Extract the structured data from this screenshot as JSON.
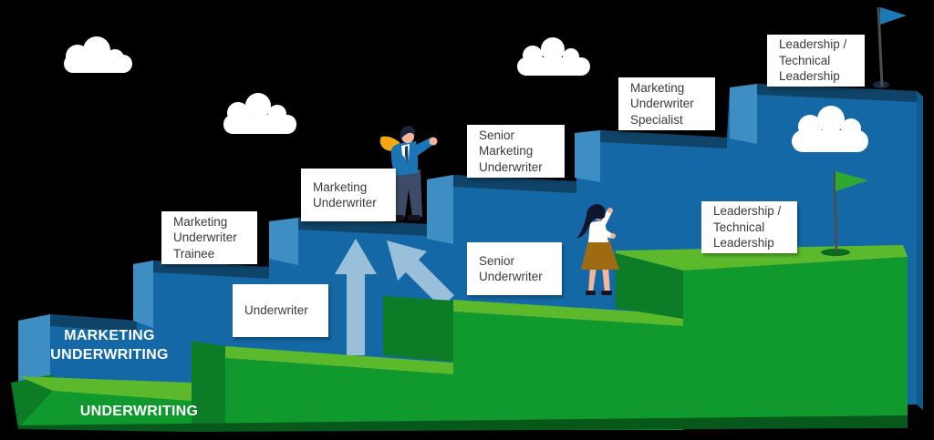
{
  "illustration": {
    "name": "career-progression-dual-staircase",
    "background": "#000000"
  },
  "palette": {
    "blue_front": "#1568A6",
    "blue_side": "#3E8EC4",
    "blue_top_edge": "#0F4367",
    "blue_right_side": "#0D5A8B",
    "green_top": "#5BB92B",
    "green_front": "#109A2E",
    "green_side": "#0C7D26",
    "green_bottom_shadow": "#07591B",
    "arrow": "#9ABFDB",
    "card_bg": "#FFFFFF",
    "card_text": "#3A3A3A",
    "label_text": "#FFFFFF",
    "flag_blue": "#1E79B8",
    "flag_green": "#2FA832",
    "flag_pole": "#4D4D4D"
  },
  "paths": {
    "marketing_underwriting": {
      "label": "MARKETING\nUNDERWRITING"
    },
    "underwriting": {
      "label": "UNDERWRITING"
    }
  },
  "cards": [
    {
      "id": "marketing-underwriter-trainee",
      "text": "Marketing\nUnderwriter\nTrainee"
    },
    {
      "id": "marketing-underwriter",
      "text": "Marketing\nUnderwriter"
    },
    {
      "id": "senior-marketing-underwriter",
      "text": "Senior\nMarketing\nUnderwriter"
    },
    {
      "id": "marketing-underwriter-specialist",
      "text": "Marketing\nUnderwriter\nSpecialist"
    },
    {
      "id": "leadership-technical-leadership-marketing",
      "text": "Leadership /\nTechnical\nLeadership"
    },
    {
      "id": "underwriter",
      "text": "Underwriter"
    },
    {
      "id": "senior-underwriter",
      "text": "Senior\nUnderwriter"
    },
    {
      "id": "leadership-technical-leadership-underwriting",
      "text": "Leadership /\nTechnical\nLeadership"
    }
  ],
  "icons": {
    "clouds": "cloud",
    "blue_flag": "pennant-flag",
    "green_flag": "pennant-flag",
    "up_arrow": "arrow-up",
    "diagonal_arrow": "arrow-up-left",
    "man": "businessman-pointing",
    "woman": "businesswoman-looking-ahead"
  }
}
